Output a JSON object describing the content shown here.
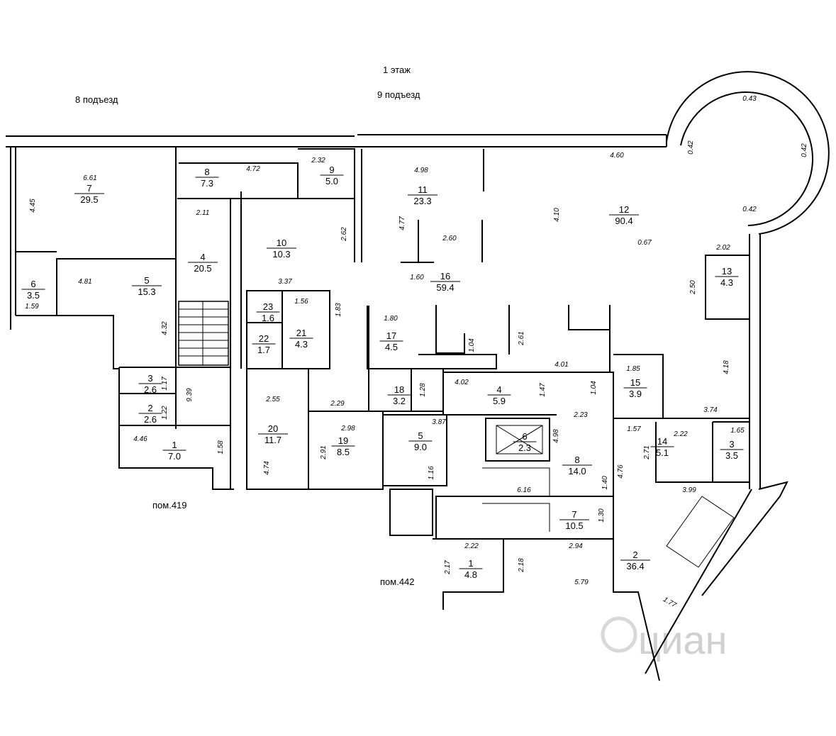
{
  "titles": {
    "floor": "1 этаж",
    "entrance_8": "8 подъезд",
    "entrance_9": "9 подъезд",
    "premises_419": "пом.419",
    "premises_442": "пом.442"
  },
  "watermark": "циан",
  "rooms": [
    {
      "number": "7",
      "area": "29.5"
    },
    {
      "number": "8",
      "area": "7.3"
    },
    {
      "number": "9",
      "area": "5.0"
    },
    {
      "number": "11",
      "area": "23.3"
    },
    {
      "number": "12",
      "area": "90.4"
    },
    {
      "number": "6",
      "area": "3.5"
    },
    {
      "number": "5",
      "area": "15.3"
    },
    {
      "number": "4",
      "area": "20.5"
    },
    {
      "number": "10",
      "area": "10.3"
    },
    {
      "number": "16",
      "area": "59.4"
    },
    {
      "number": "13",
      "area": "4.3"
    },
    {
      "number": "23",
      "area": "1.6"
    },
    {
      "number": "22",
      "area": "1.7"
    },
    {
      "number": "21",
      "area": "4.3"
    },
    {
      "number": "17",
      "area": "4.5"
    },
    {
      "number": "3",
      "area": "2.6"
    },
    {
      "number": "2",
      "area": "2.6"
    },
    {
      "number": "1",
      "area": "7.0"
    },
    {
      "number": "20",
      "area": "11.7"
    },
    {
      "number": "19",
      "area": "8.5"
    },
    {
      "number": "18",
      "area": "3.2"
    },
    {
      "number": "4",
      "area": "5.9"
    },
    {
      "number": "15",
      "area": "3.9"
    },
    {
      "number": "5",
      "area": "9.0"
    },
    {
      "number": "6",
      "area": "2.3"
    },
    {
      "number": "8",
      "area": "14.0"
    },
    {
      "number": "14",
      "area": "5.1"
    },
    {
      "number": "3",
      "area": "3.5"
    },
    {
      "number": "7",
      "area": "10.5"
    },
    {
      "number": "2",
      "area": "36.4"
    },
    {
      "number": "1",
      "area": "4.8"
    }
  ],
  "dimensions": [
    "6.61",
    "4.45",
    "4.72",
    "2.32",
    "4.98",
    "4.60",
    "0.43",
    "0.42",
    "0.42",
    "0.42",
    "2.11",
    "2.62",
    "4.77",
    "2.60",
    "4.10",
    "0.67",
    "2.02",
    "4.81",
    "1.59",
    "3.37",
    "1.60",
    "1.56",
    "1.83",
    "1.80",
    "2.50",
    "4.32",
    "1.04",
    "2.61",
    "4.01",
    "1.17",
    "9.39",
    "1.22",
    "2.55",
    "2.29",
    "1.28",
    "4.02",
    "1.47",
    "1.04",
    "1.85",
    "4.18",
    "2.98",
    "3.87",
    "2.23",
    "4.46",
    "1.58",
    "2.91",
    "4.74",
    "4.98",
    "1.57",
    "2.71",
    "2.22",
    "1.65",
    "3.74",
    "1.16",
    "6.16",
    "1.40",
    "4.76",
    "3.99",
    "1.30",
    "2.22",
    "2.94",
    "2.17",
    "2.18",
    "5.79",
    "1.77"
  ]
}
